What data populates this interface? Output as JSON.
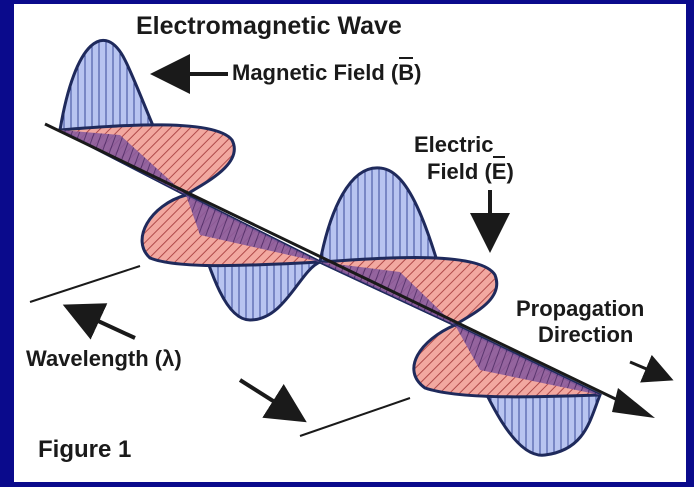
{
  "title": "Electromagnetic Wave",
  "magnetic_field": {
    "prefix": "Magnetic Field (",
    "symbol": "B",
    "suffix": ")"
  },
  "electric_field": {
    "line1": "Electric",
    "line2_prefix": "Field  (",
    "symbol": "E",
    "suffix": ")"
  },
  "propagation": {
    "line1": "Propagation",
    "line2": "Direction"
  },
  "wavelength": "Wavelength (λ)",
  "figure_label": "Figure 1",
  "colors": {
    "frame": "#0a0a8c",
    "magnetic_fill": "#b8c4f0",
    "electric_fill": "#f2a8a0",
    "overlap_fill": "#8c5a9c",
    "outline": "#1f2a5c"
  }
}
